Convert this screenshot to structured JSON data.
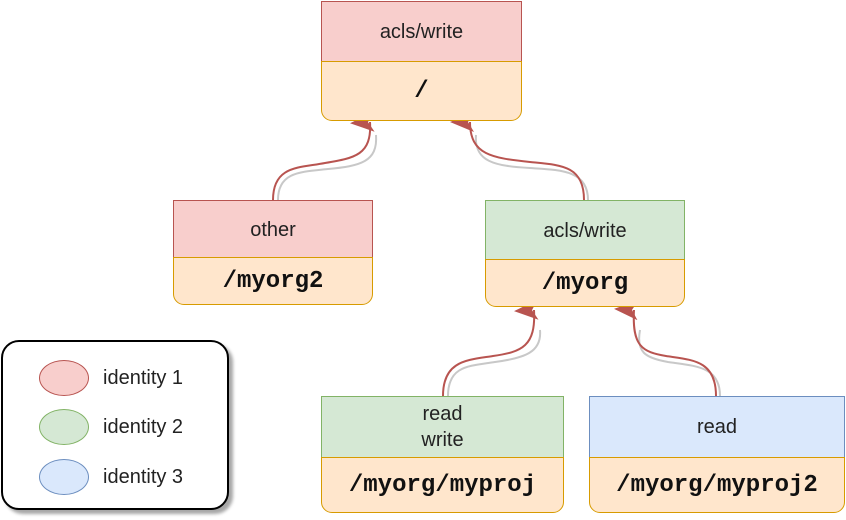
{
  "nodes": {
    "root": {
      "header": "acls/write",
      "path": "/",
      "identity": "identity 1"
    },
    "other": {
      "header": "other",
      "path": "/myorg2",
      "identity": "identity 1"
    },
    "myorg": {
      "header": "acls/write",
      "path": "/myorg",
      "identity": "identity 2"
    },
    "myproj": {
      "header_line1": "read",
      "header_line2": "write",
      "path": "/myorg/myproj",
      "identity": "identity 2"
    },
    "myproj2": {
      "header": "read",
      "path": "/myorg/myproj2",
      "identity": "identity 3"
    }
  },
  "edges": [
    {
      "from": "other",
      "to": "root"
    },
    {
      "from": "myorg",
      "to": "root"
    },
    {
      "from": "myproj",
      "to": "myorg"
    },
    {
      "from": "myproj2",
      "to": "myorg"
    }
  ],
  "legend": {
    "items": [
      {
        "label": "identity 1",
        "fill": "#f8cecc",
        "stroke": "#b85450"
      },
      {
        "label": "identity 2",
        "fill": "#d5e8d4",
        "stroke": "#82b366"
      },
      {
        "label": "identity 3",
        "fill": "#dae8fc",
        "stroke": "#6c8ebf"
      }
    ]
  },
  "colors": {
    "path_fill": "#ffe6cc",
    "path_stroke": "#d79b00",
    "edge": "#b85450",
    "edge_shadow": "#c8c8c8"
  }
}
